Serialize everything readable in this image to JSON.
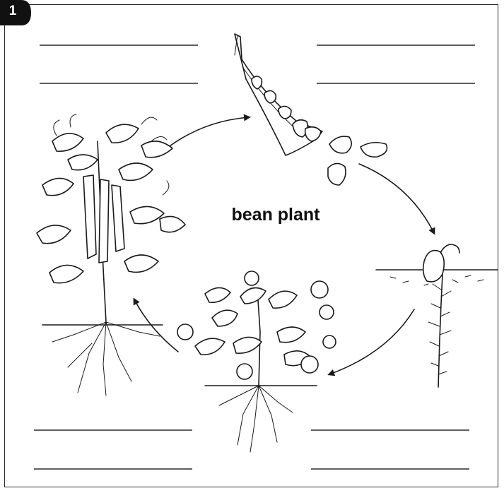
{
  "exercise": {
    "number": "1"
  },
  "diagram": {
    "center_label": "bean plant",
    "stages": [
      {
        "key": "bean-pod-and-seeds",
        "icon": "bean-pod-icon"
      },
      {
        "key": "germinating-seed",
        "icon": "sprouting-seed-icon"
      },
      {
        "key": "young-flowering-plant",
        "icon": "flowering-plant-icon"
      },
      {
        "key": "mature-plant-with-pods",
        "icon": "mature-bean-plant-icon"
      }
    ],
    "arrows": [
      "curved-arrow-icon",
      "curved-arrow-icon",
      "curved-arrow-icon",
      "curved-arrow-icon"
    ],
    "answer_lines_per_group": 2,
    "answer_groups": 4
  },
  "colors": {
    "ink": "#1a1a1a",
    "paper": "#ffffff",
    "badge": "#111111"
  }
}
